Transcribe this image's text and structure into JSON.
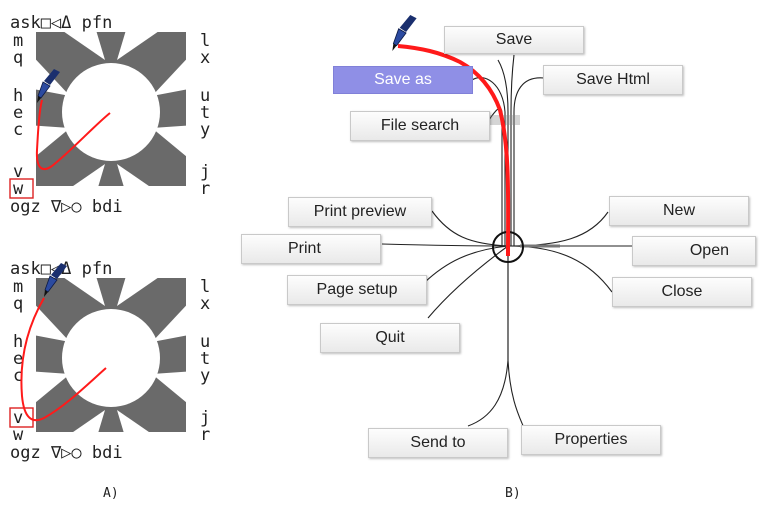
{
  "panel_a": {
    "top_row": "ask□◁Δ pfn",
    "bottom_row": "ogz ∇▷○ bdi",
    "left_column": [
      "m",
      "q",
      "h",
      "e",
      "c",
      "v",
      "w"
    ],
    "right_column": [
      "l",
      "x",
      "u",
      "t",
      "y",
      "j",
      "r"
    ],
    "upper_selected": "w",
    "lower_selected": "v"
  },
  "panel_b": {
    "buttons": {
      "save": "Save",
      "save_as": "Save as",
      "save_html": "Save Html",
      "file_search": "File search",
      "print_preview": "Print preview",
      "print": "Print",
      "page_setup": "Page setup",
      "quit": "Quit",
      "new": "New",
      "open": "Open",
      "close": "Close",
      "send_to": "Send to",
      "properties": "Properties"
    },
    "selected": "Save as"
  },
  "captions": {
    "a": "A)",
    "b": "B)"
  },
  "colors": {
    "stroke": "#ff1a1a",
    "selection": "#8f8fe6",
    "wheel": "#6a6a6a",
    "highlight_box": "#dd2222"
  },
  "icons": [
    "pen-icon",
    "pen-icon",
    "pen-icon"
  ]
}
